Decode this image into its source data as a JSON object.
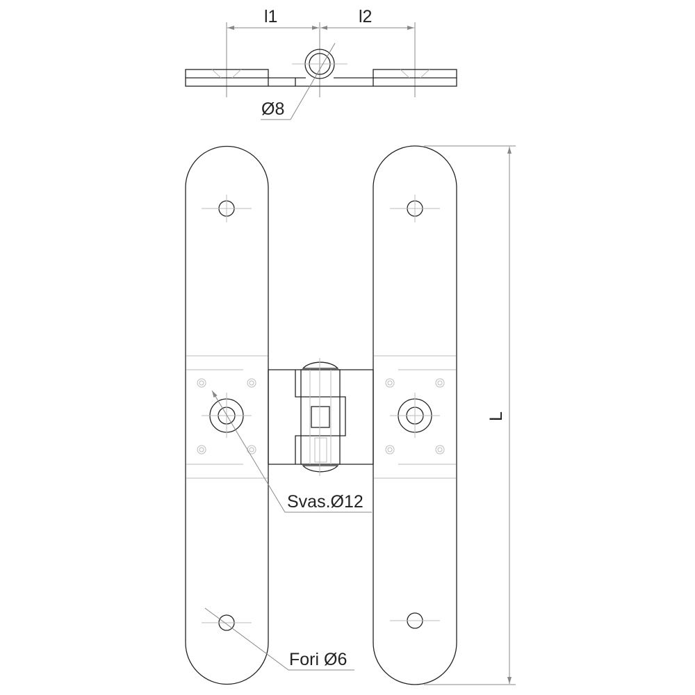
{
  "labels": {
    "l1": "l1",
    "l2": "l2",
    "pin_diameter": "Ø8",
    "countersink": "Svas.Ø12",
    "holes": "Fori Ø6",
    "length": "L"
  },
  "colors": {
    "line": "#222222",
    "hidden": "#bbbbbb",
    "dimension": "#888888"
  }
}
